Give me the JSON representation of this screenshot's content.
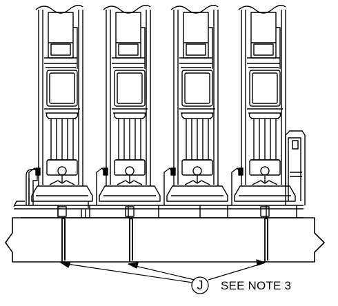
{
  "callout": {
    "letter": "J",
    "note": "SEE NOTE 3"
  },
  "colors": {
    "line": "#000000",
    "background": "#ffffff"
  },
  "units": {
    "count": 4,
    "fastener_count": 3
  }
}
